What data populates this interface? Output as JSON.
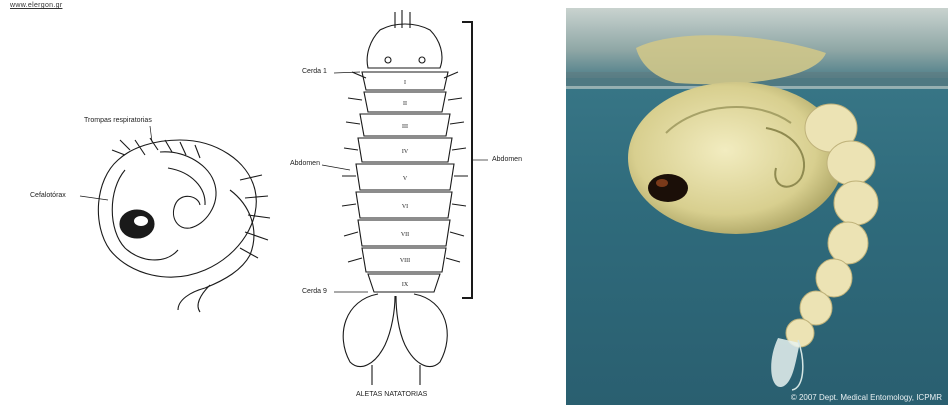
{
  "left_panel": {
    "source_url": "www.elergon.gr",
    "labels": {
      "trompas": "Trompas respiratorias",
      "cefalotorax": "Cefalotórax",
      "cerda1": "Cerda 1",
      "abdomen_left": "Abdomen",
      "abdomen_right": "Abdomen",
      "cerda9": "Cerda 9",
      "aletas": "ALETAS NATATORIAS"
    },
    "segments": [
      "I",
      "II",
      "III",
      "IV",
      "V",
      "VI",
      "VII",
      "VIII",
      "IX"
    ]
  },
  "right_panel": {
    "credit": "© 2007 Dept. Medical Entomology, ICPMR"
  },
  "colors": {
    "water": "#2f6b7c",
    "pupa_body": "#e6dfa8",
    "ink": "#1a1a1a"
  }
}
